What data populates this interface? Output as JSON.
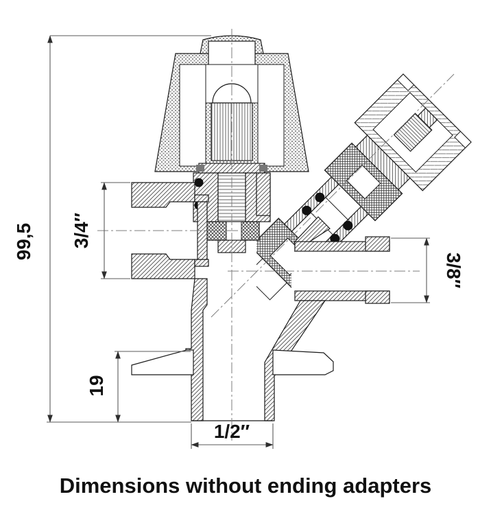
{
  "diagram": {
    "type": "technical cross-section drawing",
    "subject": "angle valve with handwheel, quick-connect diagonal branch and three ports",
    "caption": "Dimensions without ending adapters",
    "dimensions": {
      "overall_height": "99,5",
      "left_port_thread": "3/4″",
      "branch_port_thread": "3/8″",
      "clip_height": "19",
      "bottom_port_thread": "1/2″"
    },
    "colors": {
      "background": "#ffffff",
      "outline": "#1b1b1b",
      "dimension_lines": "#5a5a5a",
      "text": "#111111"
    }
  }
}
